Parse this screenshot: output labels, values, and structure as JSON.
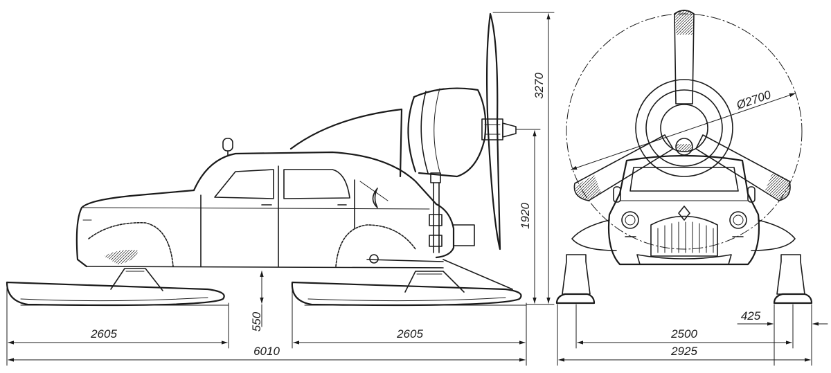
{
  "dimensions": {
    "left_ski_length": "2605",
    "right_ski_length": "2605",
    "overall_length": "6010",
    "ski_height": "550",
    "axis_height": "1920",
    "overall_height": "3270",
    "propeller_diameter": "Ø2700",
    "ski_width": "425",
    "track_width": "2500",
    "overall_width": "2925"
  },
  "colors": {
    "ink": "#1a1a1a",
    "paper": "#ffffff"
  }
}
